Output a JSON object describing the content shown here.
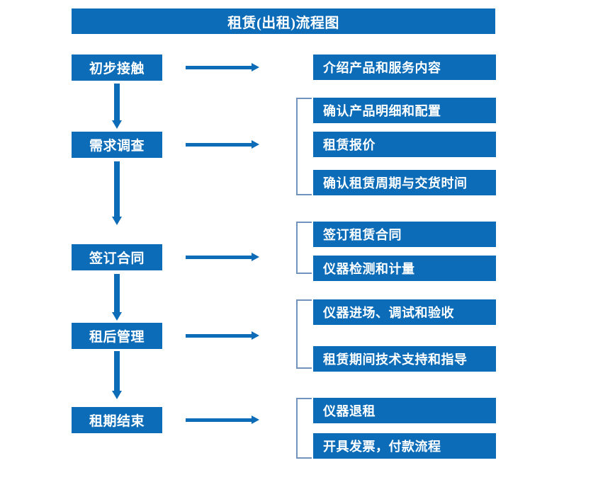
{
  "title": "租赁(出租)流程图",
  "colors": {
    "box_fill": "#0C6CB8",
    "box_text": "#FFFFFF",
    "arrow": "#0C6CB8",
    "bracket": "#7193BC",
    "background": "#FFFFFF"
  },
  "stages": [
    {
      "label": "初步接触",
      "details": [
        "介绍产品和服务内容"
      ]
    },
    {
      "label": "需求调查",
      "details": [
        "确认产品明细和配置",
        "租赁报价",
        "确认租赁周期与交货时间"
      ]
    },
    {
      "label": "签订合同",
      "details": [
        "签订租赁合同",
        "仪器检测和计量"
      ]
    },
    {
      "label": "租后管理",
      "details": [
        "仪器进场、调试和验收",
        "租赁期间技术支持和指导"
      ]
    },
    {
      "label": "租期结束",
      "details": [
        "仪器退租",
        "开具发票，付款流程"
      ]
    }
  ],
  "connectors": {
    "vertical_arrow": "down-arrow-icon",
    "horizontal_arrow": "right-arrow-icon",
    "group_bracket": "bracket-icon"
  }
}
